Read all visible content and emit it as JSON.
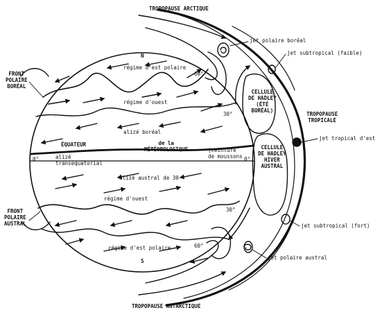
{
  "labels": {
    "tropopause_arctique": "TROPOPAUSE ARCTIQUE",
    "tropopause_antarctique": "TROPOPAUSE ANTARCTIQUE",
    "tropopause_tropicale": "TROPOPAUSE\nTROPICALE",
    "jet_polaire_boreal": "jet polaire boréal",
    "jet_subtropical_faible": "jet subtropical (faible)",
    "jet_tropical_est": "jet tropical d'est",
    "jet_subtropical_fort": "jet subtropical (fort)",
    "jet_polaire_austral": "jet polaire austral",
    "front_polaire_boreal": "FRONT\nPOLAIRE\nBORÉAL",
    "front_polaire_austral": "FRONT\nPOLAIRE\nAUSTRAL",
    "cellule_hadley_boreal": "CELLULE\nDE HADLEY\n(ÉTÉ\nBORÉAL)",
    "cellule_hadley_austral": "CELLULE\nDE HADLEY\nHIVER\nAUSTRAL",
    "regime_est_polaire_n": "régime d'est polaire",
    "regime_ouest_n": "régime d'ouest",
    "alize_boreal": "alizé boréal",
    "equateur": "ÉQUATEUR",
    "equateur_meteo": "de la\nMÉTÉOROLOGIQUE",
    "alize_transequatorial": "alizé\ntransequatorial",
    "ceinture_moussons": "(ceinture\nde moussons",
    "alize_austral": "alizé austral de 30",
    "regime_ouest_s": "régime d'ouest",
    "regime_est_polaire_s": "régime d'est polaire",
    "north": "N",
    "south": "S",
    "lat_60n": "60°",
    "lat_30n": "30°",
    "lat_30s": "30°",
    "lat_60s": "60°",
    "zero_left": "0°",
    "zero_right": "0°"
  }
}
